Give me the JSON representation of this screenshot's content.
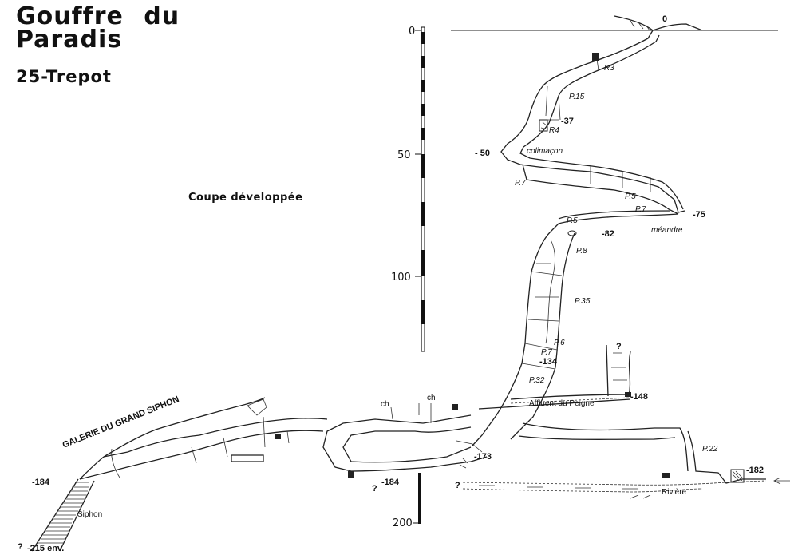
{
  "title": {
    "line1": "Gouffre du",
    "line2": "Paradis"
  },
  "subtitle": "25-Trepot",
  "section_label": "Coupe développée",
  "scale": {
    "ticks": [
      "0",
      "50",
      "100",
      "200"
    ]
  },
  "labels": {
    "surface_zero": "0",
    "r3": "R3",
    "p15": "P.15",
    "d37": "-37",
    "r4": "R4",
    "d50": "- 50",
    "colimacon": "colimaçon",
    "p7a": "P.7",
    "p5a": "P.5",
    "p7b": "P.7",
    "d75": "-75",
    "p5b": "P.5",
    "d82": "-82",
    "meandre": "méandre",
    "p8": "P.8",
    "p35": "P.35",
    "p6": "P.6",
    "p7c": "P.7",
    "d134": "-134",
    "p32": "P.32",
    "q1": "?",
    "d148": "-148",
    "affluent": "Affluent du Peigne",
    "ch1": "ch",
    "ch2": "ch",
    "galerie": "GALERIE DU GRAND SIPHON",
    "d173": "-173",
    "p22": "P.22",
    "d182": "-182",
    "d184a": "-184",
    "d184b": "-184",
    "q2": "?",
    "q3": "?",
    "riviere": "Rivière",
    "siphon": "Siphon",
    "q4": "?",
    "d215": "-215 env."
  }
}
